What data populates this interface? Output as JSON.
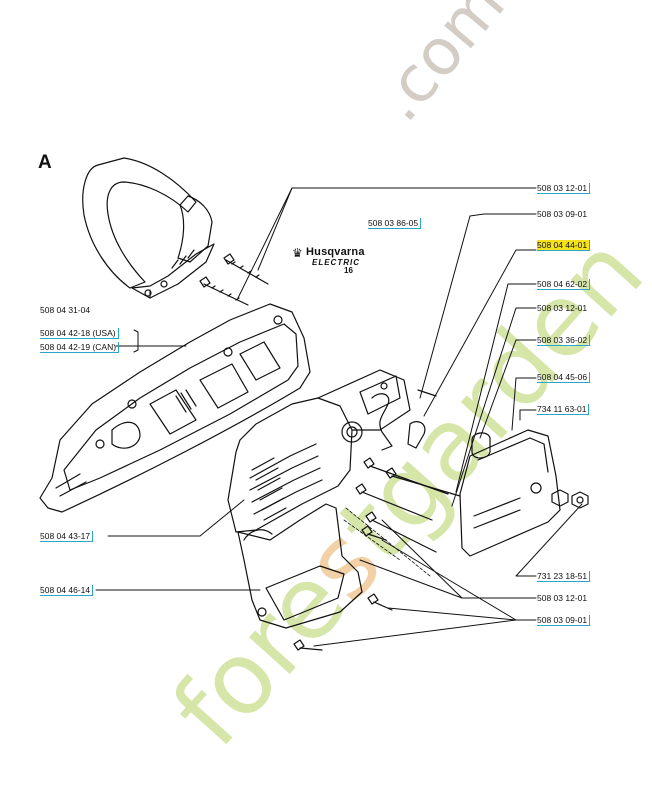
{
  "section_label": "A",
  "logo": {
    "brand": "Husqvarna",
    "model": "ELECTRIC",
    "number": "16"
  },
  "watermark": {
    "prefix": "fore",
    "accent_letter": "s",
    "rest": "tgarden",
    "domain": ".com"
  },
  "colors": {
    "box_border": "#2aa6c8",
    "highlight": "#f5e21a",
    "watermark_green": "#c9dd8c",
    "watermark_orange": "#f0c28a",
    "watermark_grey": "#c9c1b8"
  },
  "parts": {
    "p1": "508 03 12-01",
    "p2": "508 03 86-05",
    "p3": "508 03 09-01",
    "p4": "508 04 44-01",
    "p5": "508 04 62-02",
    "p6": "508 03 12-01",
    "p7": "508 03 36-02",
    "p8": "508 04 45-06",
    "p9": "734 11 63-01",
    "p10": "508 04 31-04",
    "p11": "508 04 42-18 (USA)",
    "p12": "508 04 42-19 (CAN)",
    "p13": "508 04 43-17",
    "p14": "508 04 46-14",
    "p15": "731 23 18-51",
    "p16": "508 03 12-01",
    "p17": "508 03 09-01"
  }
}
